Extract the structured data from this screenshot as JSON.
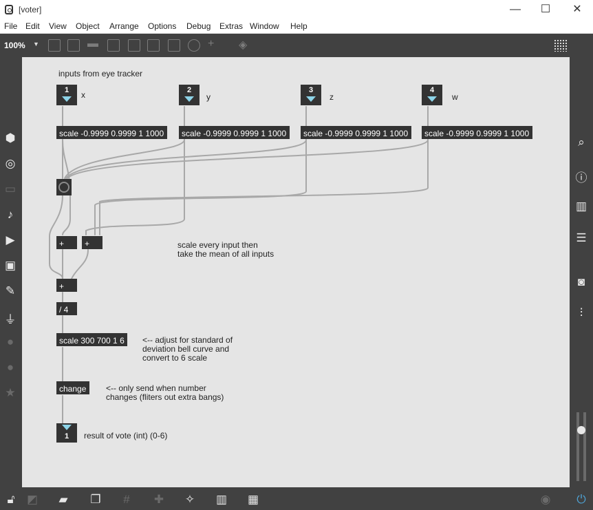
{
  "window": {
    "title": "[voter]",
    "minimize": "—",
    "maximize": "☐",
    "close": "✕"
  },
  "menu": [
    "File",
    "Edit",
    "View",
    "Object",
    "Arrange",
    "Options",
    "Debug",
    "Extras",
    "Window",
    "Help"
  ],
  "toolbar": {
    "zoom": "100%",
    "zoom_caret": "▼"
  },
  "patch": {
    "title_comment": "inputs from eye tracker",
    "inlets": [
      {
        "number": "1",
        "label": "x"
      },
      {
        "number": "2",
        "label": "y"
      },
      {
        "number": "3",
        "label": "z"
      },
      {
        "number": "4",
        "label": "w"
      }
    ],
    "scale_objects": [
      "scale -0.9999 0.9999 1 1000",
      "scale -0.9999 0.9999 1 1000",
      "scale -0.9999 0.9999 1 1000",
      "scale -0.9999 0.9999 1 1000"
    ],
    "plus_a": "+",
    "plus_b": "+",
    "plus_c": "+",
    "divide": "/ 4",
    "scale_final": "scale 300 700 1 6",
    "change": "change",
    "outlet_number": "1",
    "comment_mean": "scale every input then\ntake the mean of all inputs",
    "comment_adjust": "<-- adjust for standard of\ndeviation bell curve and\nconvert to 6 scale",
    "comment_change": "<-- only send when number\nchanges (fliters out extra bangs)",
    "comment_result": "result of vote (int) (0-6)"
  },
  "colors": {
    "canvas": "#e5e5e5",
    "object": "#333333",
    "cord": "#a8a8a8",
    "inlet_arrow": "#8dd4e8",
    "chrome": "#414141"
  },
  "icons": {
    "left_sidebar": [
      "cube-icon",
      "target-icon",
      "presentation-icon",
      "music-note-icon",
      "media-icon",
      "image-icon",
      "paperclip-icon",
      "plug-icon",
      "vimeo-icon",
      "beta-icon",
      "star-icon"
    ],
    "right_sidebar": [
      "search-icon",
      "info-icon",
      "book-icon",
      "list-icon",
      "camera-icon",
      "mixer-icon"
    ],
    "bottom_bar": [
      "lock-icon",
      "edit-mode-icon",
      "presentation-mode-icon",
      "windows-icon",
      "grid-icon",
      "pin-icon",
      "wrench-icon",
      "piano-icon",
      "keyboard-icon",
      "play-icon",
      "power-icon"
    ]
  }
}
